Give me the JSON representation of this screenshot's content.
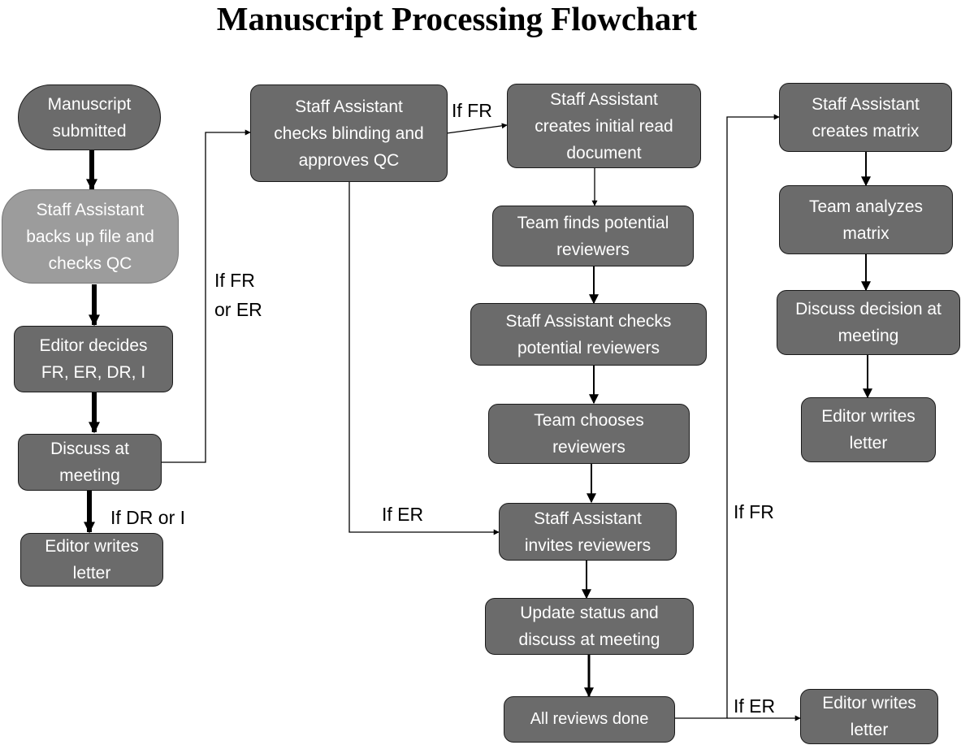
{
  "title": "Manuscript Processing Flowchart",
  "nodes": {
    "manuscript_submitted": "Manuscript submitted",
    "sa_backup": "Staff Assistant backs up file and checks QC",
    "editor_decides": "Editor decides FR, ER, DR, I",
    "discuss_meeting_1": "Discuss at meeting",
    "editor_letter_1": "Editor writes letter",
    "sa_blinding": "Staff Assistant checks blinding and approves QC",
    "sa_initial_read": "Staff Assistant creates initial read document",
    "team_finds": "Team finds potential reviewers",
    "sa_checks_reviewers": "Staff Assistant checks potential reviewers",
    "team_chooses": "Team chooses reviewers",
    "sa_invites": "Staff Assistant invites reviewers",
    "update_status": "Update status and discuss at meeting",
    "all_reviews": "All reviews done",
    "sa_matrix": "Staff Assistant creates matrix",
    "team_analyzes": "Team analyzes matrix",
    "discuss_decision": "Discuss decision at meeting",
    "editor_letter_2": "Editor writes letter",
    "editor_letter_3": "Editor writes letter"
  },
  "labels": {
    "if_fr_or_er": "If FR or ER",
    "if_dr_or_i": "If DR or I",
    "if_fr_1": "If FR",
    "if_er_1": "If ER",
    "if_fr_2": "If FR",
    "if_er_2": "If ER"
  },
  "colors": {
    "node_fill": "#6b6b6b",
    "node_fill_light": "#9c9c9c",
    "node_text": "#ffffff",
    "edge": "#000000"
  }
}
